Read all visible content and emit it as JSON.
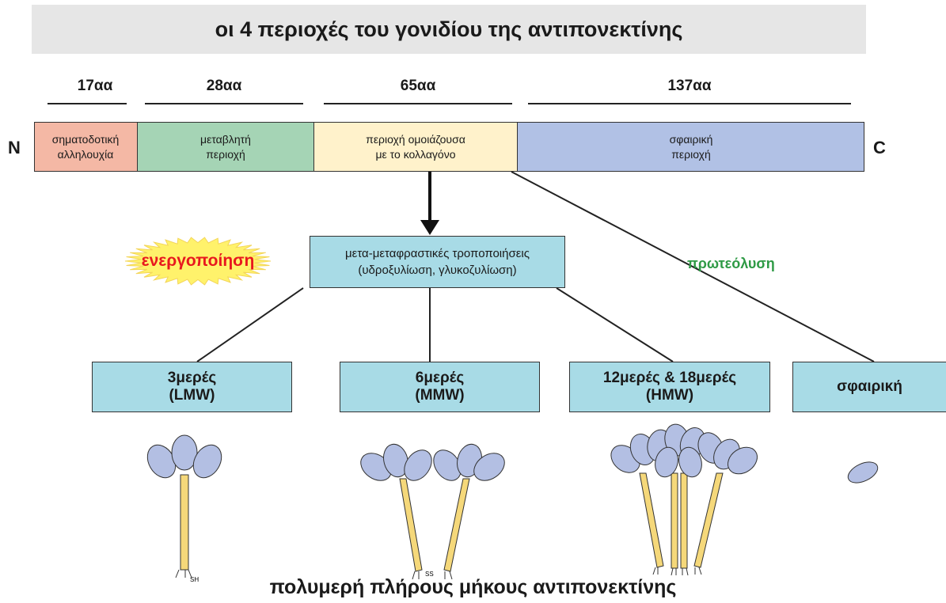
{
  "title": "οι 4 περιοχές του γονιδίου της αντιπονεκτίνης",
  "terminals": {
    "n": "N",
    "c": "C"
  },
  "lengths": [
    "17αα",
    "28αα",
    "65αα",
    "137αα"
  ],
  "domains": [
    {
      "line1": "σηματοδοτική",
      "line2": "αλληλουχία",
      "color": "#f4b8a5"
    },
    {
      "line1": "μεταβλητή",
      "line2": "περιοχή",
      "color": "#a5d4b5"
    },
    {
      "line1": "περιοχή ομοιάζουσα",
      "line2": "με το κολλαγόνο",
      "color": "#fff2cb"
    },
    {
      "line1": "σφαιρική",
      "line2": "περιοχή",
      "color": "#b1c1e5"
    }
  ],
  "ptm": {
    "line1": "μετα-μεταφραστικές τροποποιήσεις",
    "line2": "(υδροξυλίωση, γλυκοζυλίωση)"
  },
  "activation": "ενεργοποίηση",
  "proteolysis": "πρωτεόλυση",
  "oligomers": [
    {
      "line1": "3μερές",
      "line2": "(LMW)"
    },
    {
      "line1": "6μερές",
      "line2": "(MMW)"
    },
    {
      "line1": "12μερές  & 18μερές",
      "line2": "(HMW)"
    },
    {
      "line1": "σφαιρική",
      "line2": ""
    }
  ],
  "glyph_labels": {
    "sh": "SH",
    "ss": "SS"
  },
  "footer": "πολυμερή πλήρους μήκους αντιπονεκτίνης",
  "colors": {
    "box": "#a8dbe6",
    "head": "#b3bfe3",
    "stalk": "#f5d87a",
    "activation": "#e8181e",
    "proteolysis": "#2e9a45",
    "burst": "#fff26b"
  }
}
